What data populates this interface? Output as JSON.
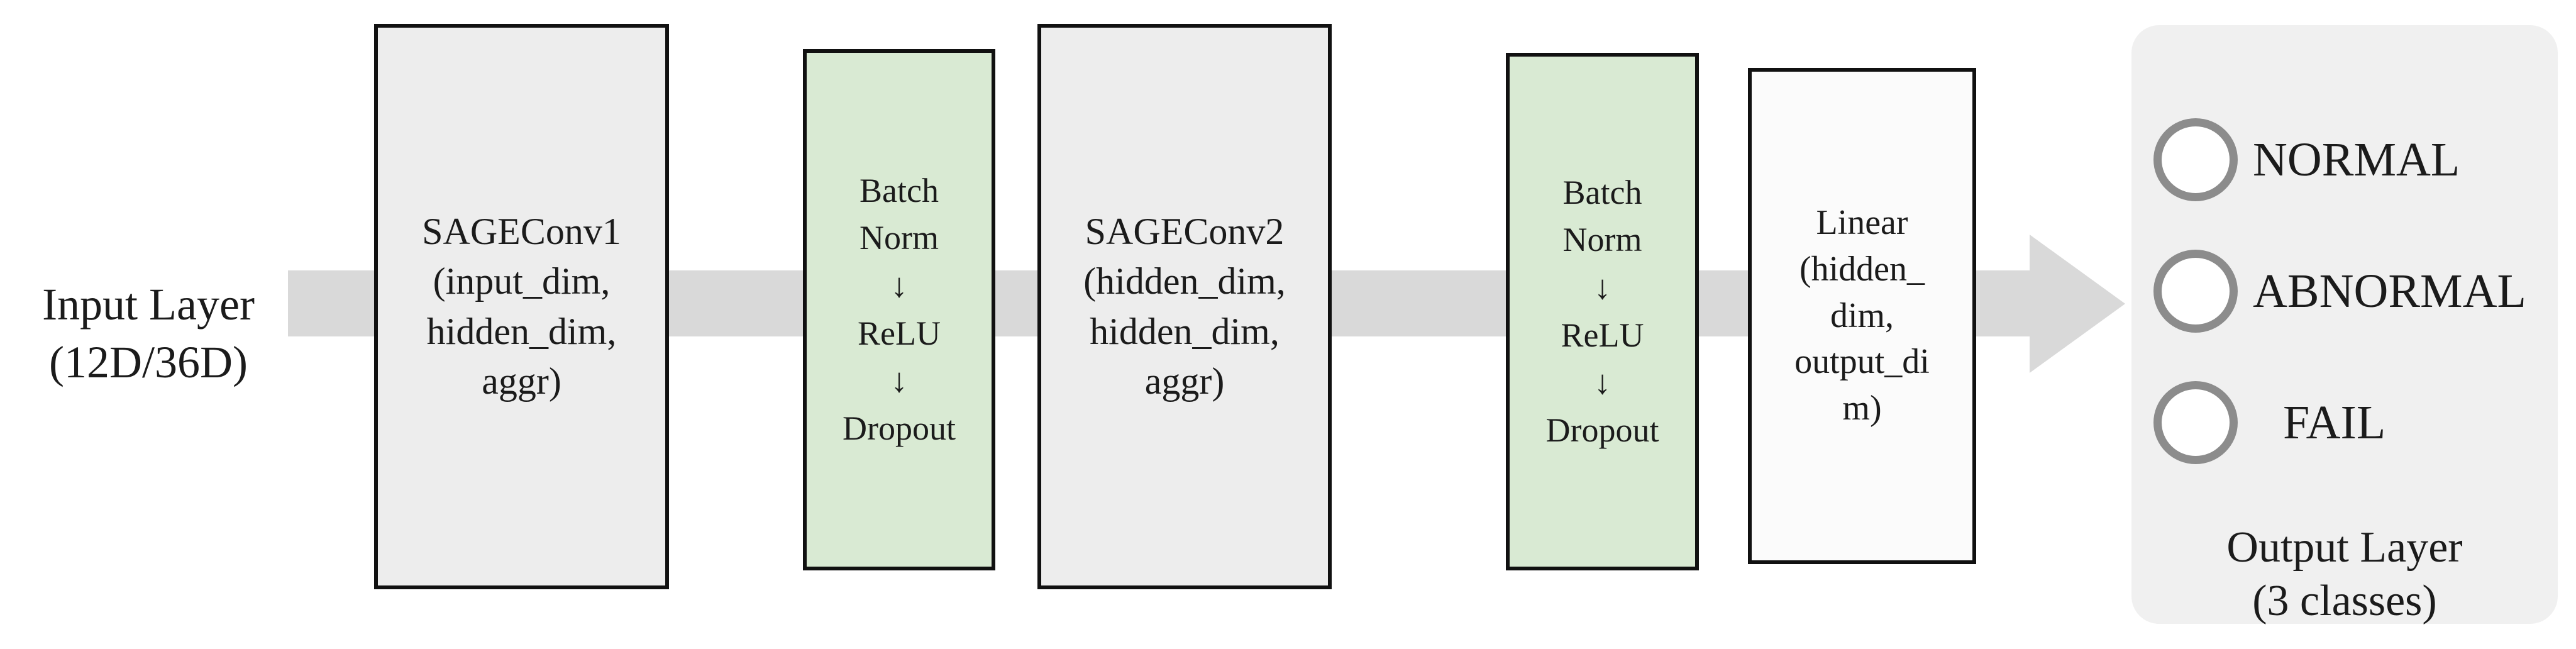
{
  "input_label": {
    "lines": [
      "Input Layer",
      "(12D/36D)"
    ]
  },
  "blocks": [
    {
      "name": "sageconv1",
      "lines": [
        "SAGEConv1",
        "(input_dim,",
        "hidden_dim,",
        "aggr)"
      ]
    },
    {
      "name": "batchnorm-relu-dropout-1",
      "lines": [
        "Batch",
        "Norm",
        "↓",
        "ReLU",
        "↓",
        "Dropout"
      ]
    },
    {
      "name": "sageconv2",
      "lines": [
        "SAGEConv2",
        "(hidden_dim,",
        "hidden_dim,",
        "aggr)"
      ]
    },
    {
      "name": "batchnorm-relu-dropout-2",
      "lines": [
        "Batch",
        "Norm",
        "↓",
        "ReLU",
        "↓",
        "Dropout"
      ]
    },
    {
      "name": "linear",
      "lines": [
        "Linear",
        "(hidden_",
        "dim,",
        "output_di",
        "m)"
      ]
    }
  ],
  "output_layer": {
    "classes": [
      "NORMAL",
      "ABNORMAL",
      "FAIL"
    ],
    "caption_lines": [
      "Output Layer",
      "(3 classes)"
    ]
  },
  "colors": {
    "conv_block_fill": "#ededed",
    "activation_block_fill": "#d9ead3",
    "linear_block_fill": "#fbfbfb",
    "panel_fill": "#f0f0f0",
    "arrow_fill": "#d9d9d9",
    "block_border": "#111111",
    "circle_stroke": "#8c8c8c"
  }
}
